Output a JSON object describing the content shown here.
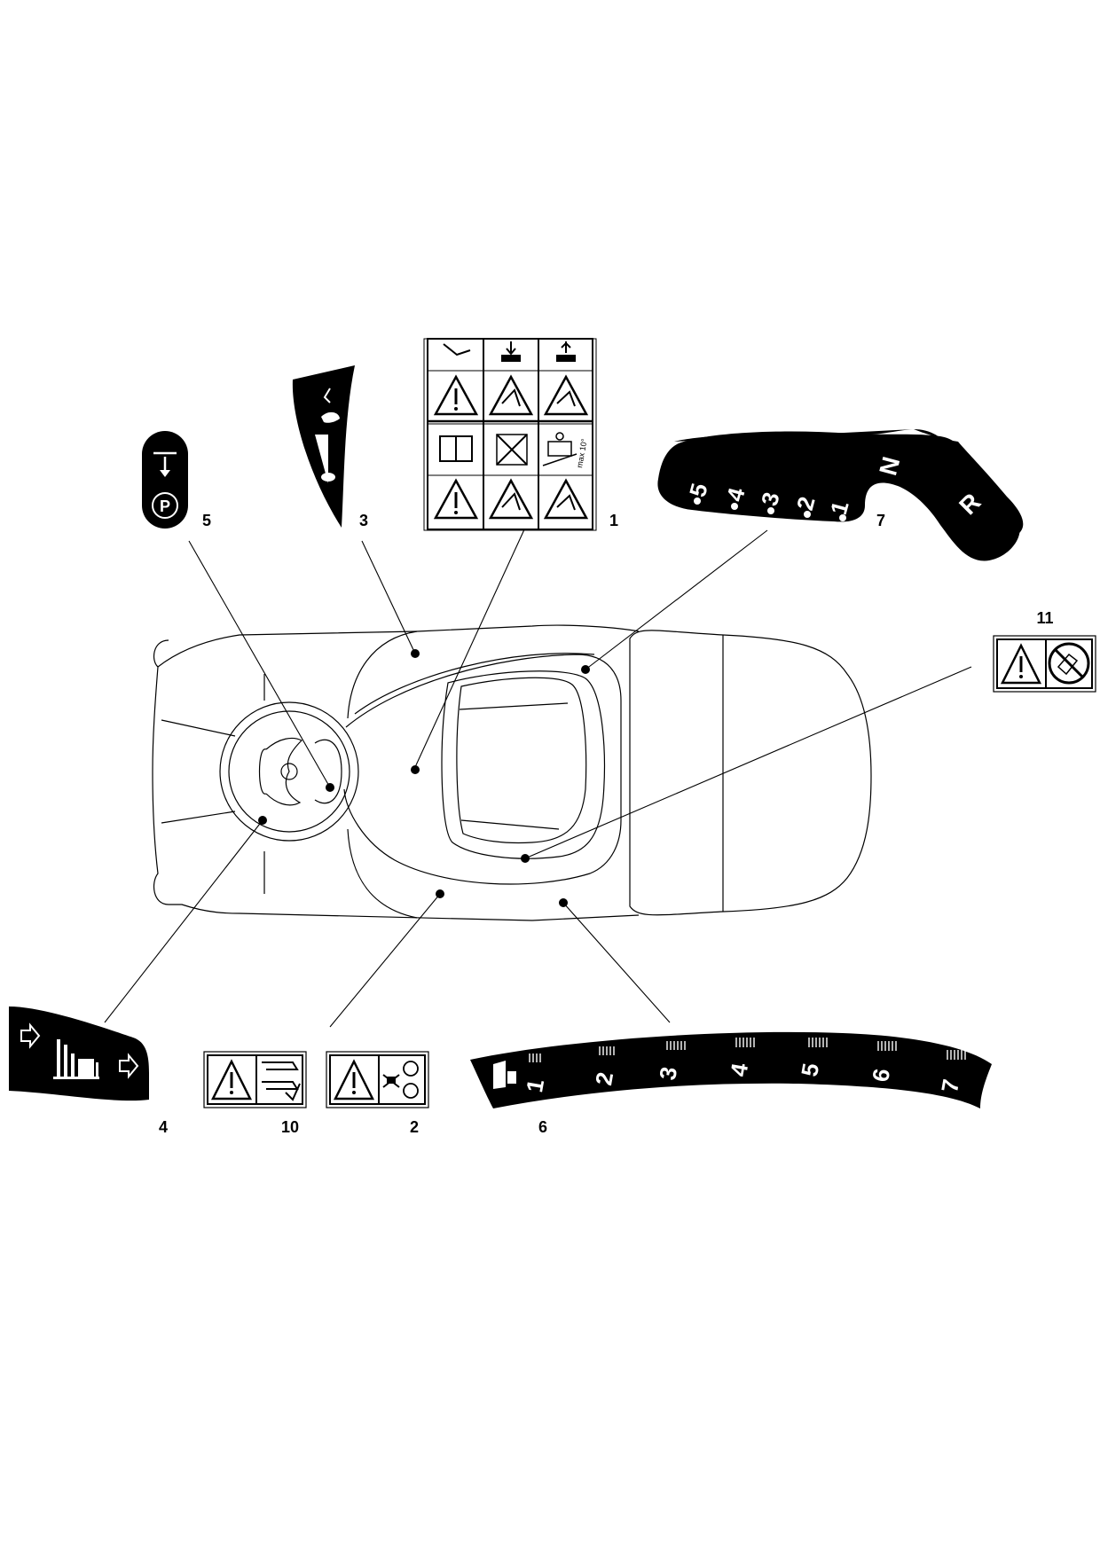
{
  "callouts": {
    "c1": "1",
    "c2": "2",
    "c3": "3",
    "c4": "4",
    "c5": "5",
    "c6": "6",
    "c7": "7",
    "c10": "10",
    "c11": "11"
  },
  "gear_decal": {
    "gears": [
      "5",
      "4",
      "3",
      "2",
      "1"
    ],
    "neutral": "N",
    "reverse": "R"
  },
  "height_decal": {
    "positions": [
      "1",
      "2",
      "3",
      "4",
      "5",
      "6",
      "7"
    ]
  },
  "slope_label": "max 10°",
  "colors": {
    "ink": "#000000",
    "paper": "#ffffff"
  }
}
